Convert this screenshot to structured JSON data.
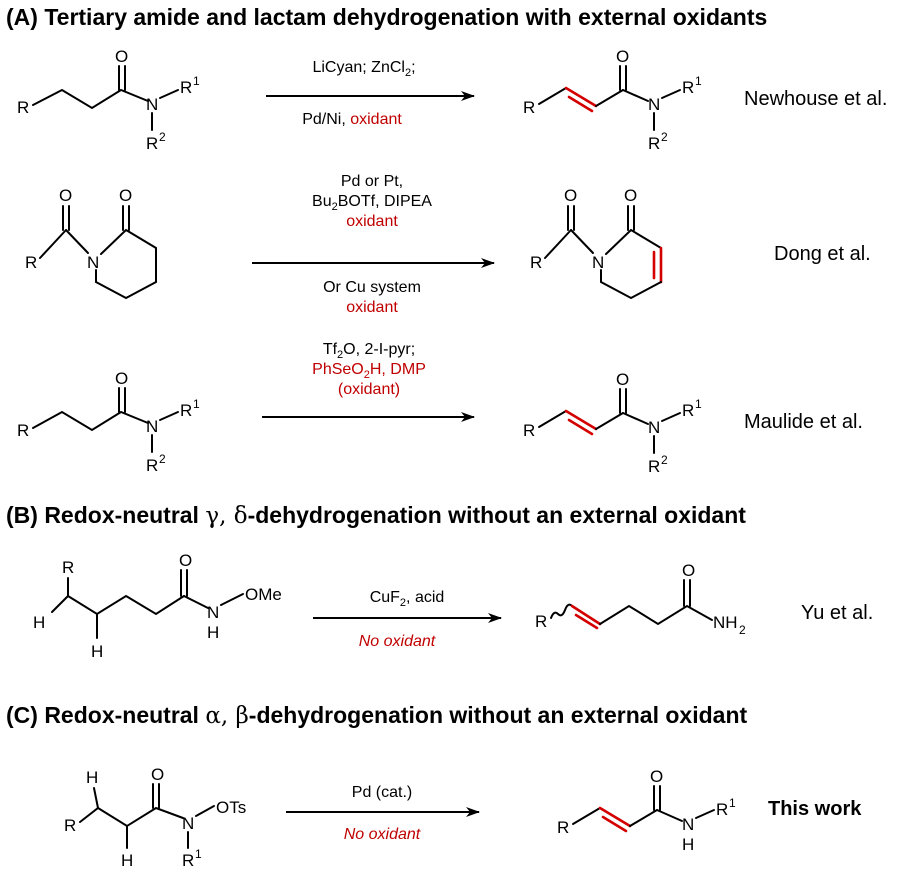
{
  "sections": {
    "a": {
      "title": "(A) Tertiary amide and lactam dehydrogenation with external oxidants",
      "rows": [
        {
          "cond_top": "LiCyan; ZnCl2;",
          "cond_bottom_plain": "Pd/Ni, ",
          "cond_bottom_red": "oxidant",
          "citation": "Newhouse et al."
        },
        {
          "cond_line1": "Pd or Pt,",
          "cond_line2": "Bu2BOTf, DIPEA",
          "cond_line3_red": "oxidant",
          "cond_line4": "Or Cu system",
          "cond_line5_red": "oxidant",
          "citation": "Dong et al."
        },
        {
          "cond_line1": "Tf2O, 2-I-pyr;",
          "cond_line2_red": "PhSeO2H, DMP",
          "cond_line3_red": "(oxidant)",
          "citation": "Maulide et al."
        }
      ]
    },
    "b": {
      "title_prefix": "(B) Redox-neutral ",
      "title_greek": "γ, δ",
      "title_suffix": "-dehydrogenation without an external oxidant",
      "cond_top": "CuF2, acid",
      "cond_bottom_red": "No oxidant",
      "citation": "Yu et al."
    },
    "c": {
      "title_prefix": "(C) Redox-neutral ",
      "title_greek": "α, β",
      "title_suffix": "-dehydrogenation without an external oxidant",
      "cond_top": "Pd (cat.)",
      "cond_bottom_red": "No oxidant",
      "citation": "This work"
    }
  },
  "atom_labels": {
    "R": "R",
    "O": "O",
    "N": "N",
    "H": "H",
    "R1": "R",
    "R2": "R",
    "sup1": "1",
    "sup2": "2",
    "OMe": "OMe",
    "OTs": "OTs",
    "NH2": "NH",
    "sub2": "2"
  },
  "colors": {
    "highlight": "#d40000",
    "text_red": "#c00000",
    "ink": "#000000"
  }
}
